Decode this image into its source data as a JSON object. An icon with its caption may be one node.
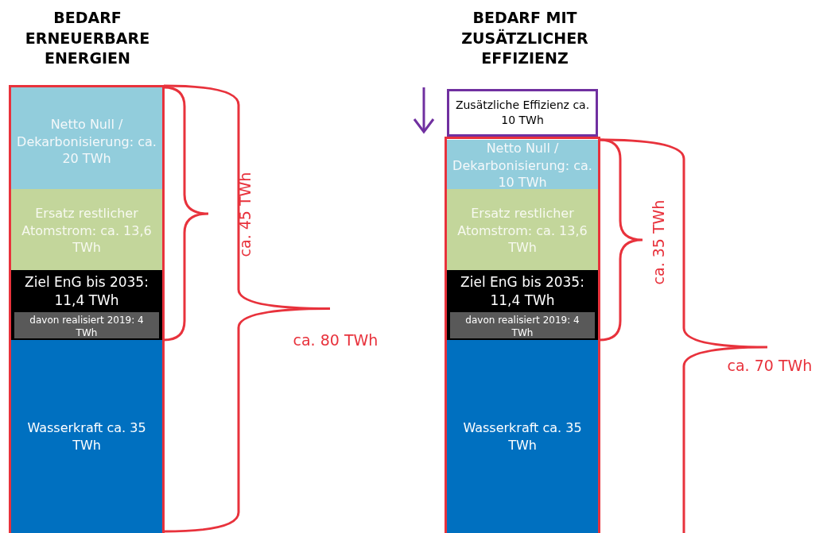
{
  "diagram": {
    "nodes": [
      {
        "text": [
          "Netto Null / Dekarbonisierung: ca. 20 TWh"
        ]
      },
      {
        "text": [
          "Ersatz restlicher Atomstrom: ca. 13,6 TWh"
        ]
      },
      {
        "text": [
          "Ziel EnG bis 2035: 11,4 TWh"
        ]
      },
      {
        "text": [
          "davon realisiert 2019: 4 TWh"
        ],
        "in": 2
      },
      {
        "text": [
          "Wasserkraft ca. 35 TWh"
        ]
      },
      {
        "text": [
          "Zusätzliche Effizienz ca. 10 TWh"
        ]
      },
      {
        "text": [
          "Netto Null / Dekarbonisierung: ca. 10 TWh"
        ]
      },
      {
        "text": [
          "Ersatz restlicher Atomstrom: ca. 13,6 TWh"
        ]
      },
      {
        "text": [
          "Ziel EnG bis 2035: 11,4 TWh"
        ]
      },
      {
        "text": [
          "davon realisiert 2019: 4 TWh"
        ],
        "in": 8
      },
      {
        "text": [
          "Wasserkraft ca. 35 TWh"
        ]
      }
    ],
    "labels": [
      "BEDARF ERNEUERBARE ENERGIEN",
      "BEDARF MIT ZUSÄTZLICHER EFFIZIENZ",
      "ca. 45 TWh",
      "ca. 80 TWh",
      "ca. 35 TWh",
      "ca. 70 TWh"
    ]
  }
}
